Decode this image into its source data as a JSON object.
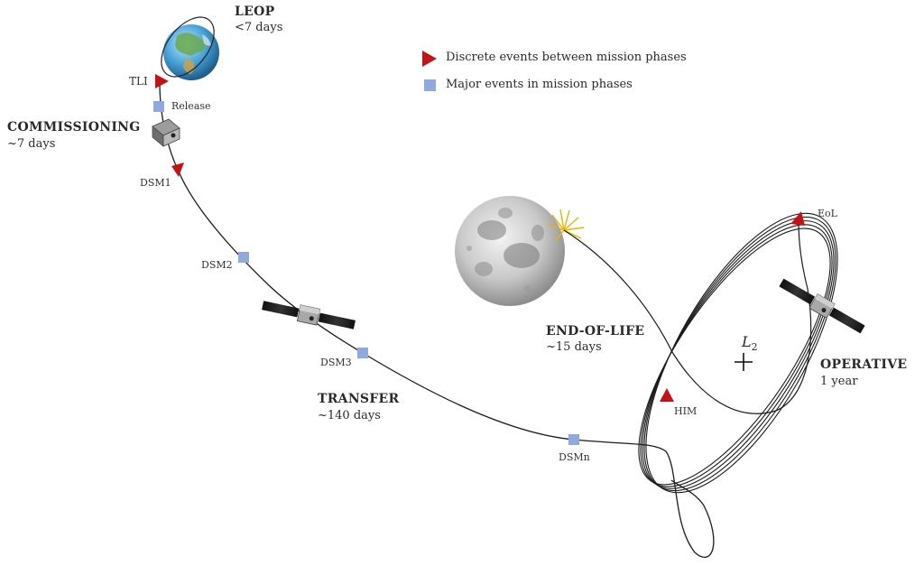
{
  "legend": {
    "discrete_events": "Discrete events between mission phases",
    "major_events": "Major events in mission phases",
    "discrete_color": "#c01418",
    "major_color": "#8fa8de"
  },
  "phases": {
    "leop": {
      "name": "LEOP",
      "duration": "<7 days"
    },
    "commissioning": {
      "name": "COMMISSIONING",
      "duration": "~7 days"
    },
    "transfer": {
      "name": "TRANSFER",
      "duration": "~140 days"
    },
    "end_of_life": {
      "name": "END-OF-LIFE",
      "duration": "~15 days"
    },
    "operative": {
      "name": "OPERATIVE",
      "duration": "1 year"
    }
  },
  "events": {
    "tli": "TLI",
    "release": "Release",
    "dsm1": "DSM1",
    "dsm2": "DSM2",
    "dsm3": "DSM3",
    "dsmn": "DSMn",
    "him": "HIM",
    "eol": "EoL"
  },
  "l2_label": "L",
  "l2_subscript": "2",
  "bodies": {
    "earth": "earth-icon",
    "moon": "moon-icon",
    "spacecraft": "satellite-icon"
  }
}
